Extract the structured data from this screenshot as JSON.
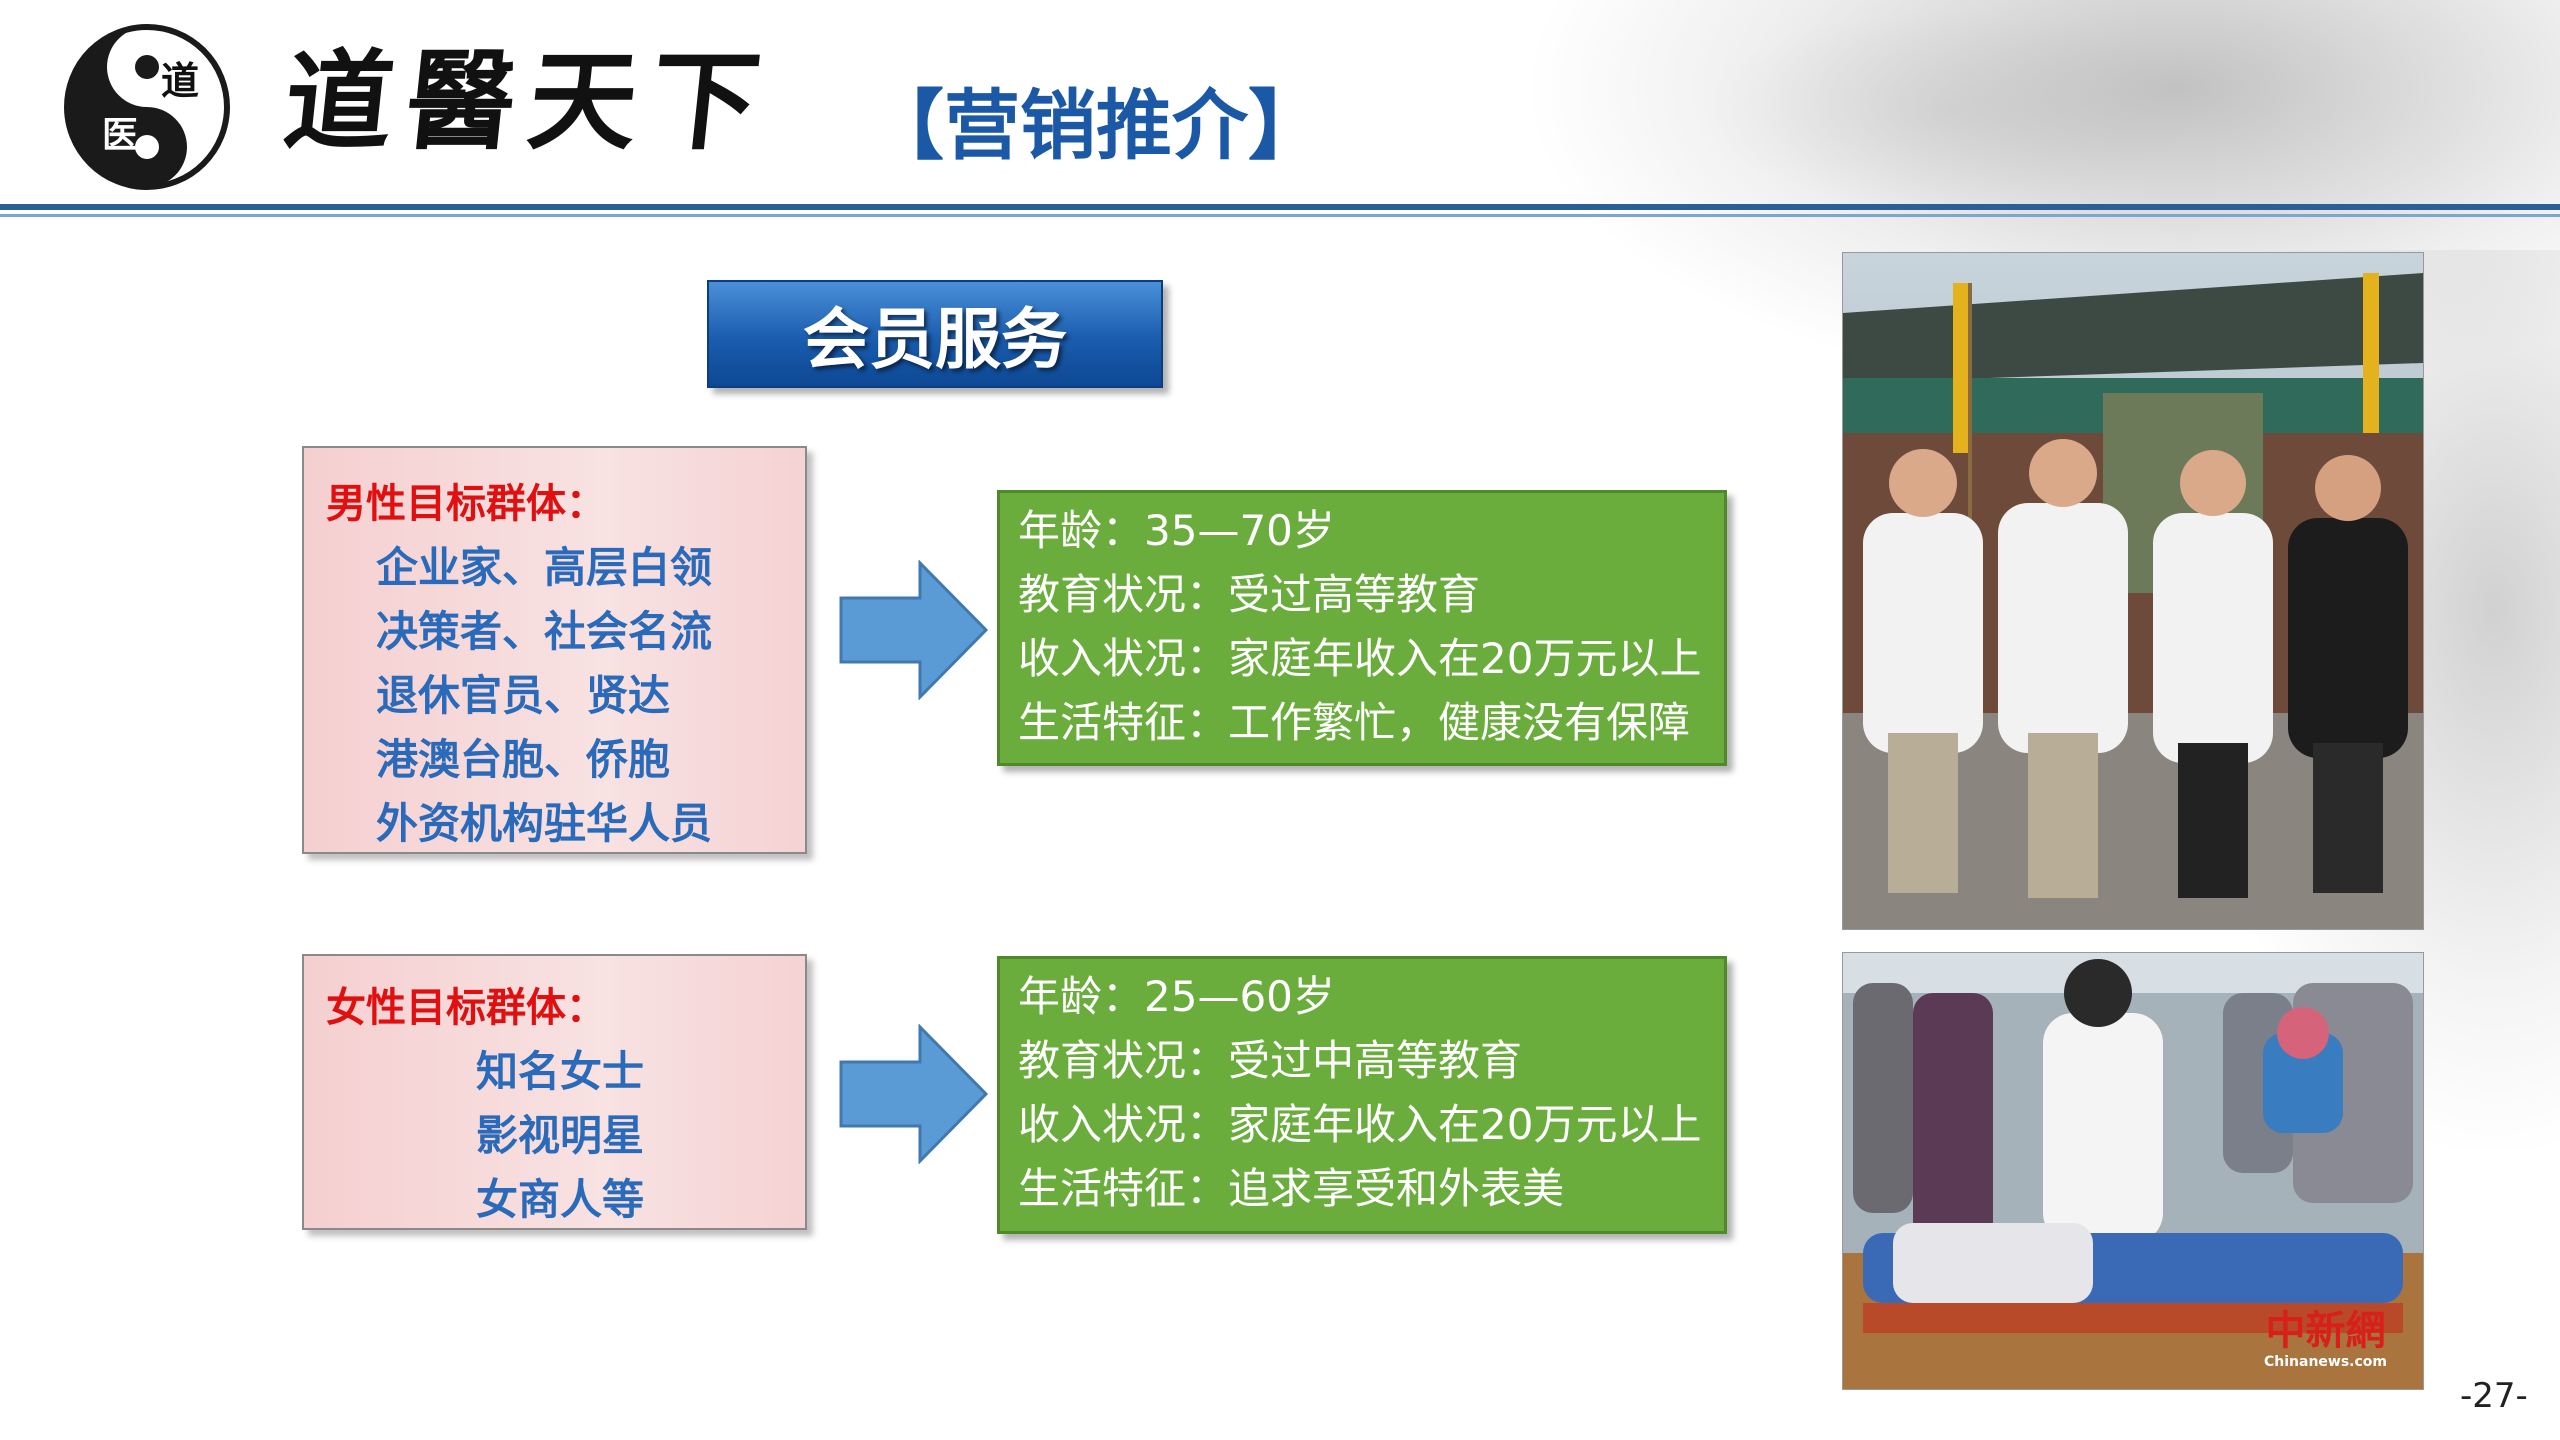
{
  "header": {
    "logo_chars": [
      "道",
      "医"
    ],
    "brand": "道醫天下",
    "subtitle": "【营销推介】"
  },
  "section_title": "会员服务",
  "male": {
    "title": "男性目标群体：",
    "items": [
      "企业家、高层白领",
      "决策者、社会名流",
      "退休官员、贤达",
      "港澳台胞、侨胞",
      "外资机构驻华人员"
    ],
    "info": [
      "年龄：35—70岁",
      "教育状况：受过高等教育",
      "收入状况：家庭年收入在20万元以上",
      "生活特征：工作繁忙，健康没有保障"
    ]
  },
  "female": {
    "title": "女性目标群体：",
    "items": [
      "知名女士",
      "影视明星",
      "女商人等"
    ],
    "info": [
      "年龄：25—60岁",
      "教育状况：受过中高等教育",
      "收入状况：家庭年收入在20万元以上",
      "生活特征：追求享受和外表美"
    ]
  },
  "photo2_watermark": {
    "cn": "中新網",
    "en": "Chinanews.com"
  },
  "page_number": "-27-",
  "colors": {
    "accent_blue": "#1b58a6",
    "header_rule": "#2c5f93",
    "target_title": "#e01010",
    "target_item": "#2a6aba",
    "info_green": "#6aad3d",
    "arrow_blue": "#5b9bd5"
  },
  "icons": [
    "yin-yang-logo",
    "right-arrow-icon",
    "right-arrow-icon"
  ]
}
